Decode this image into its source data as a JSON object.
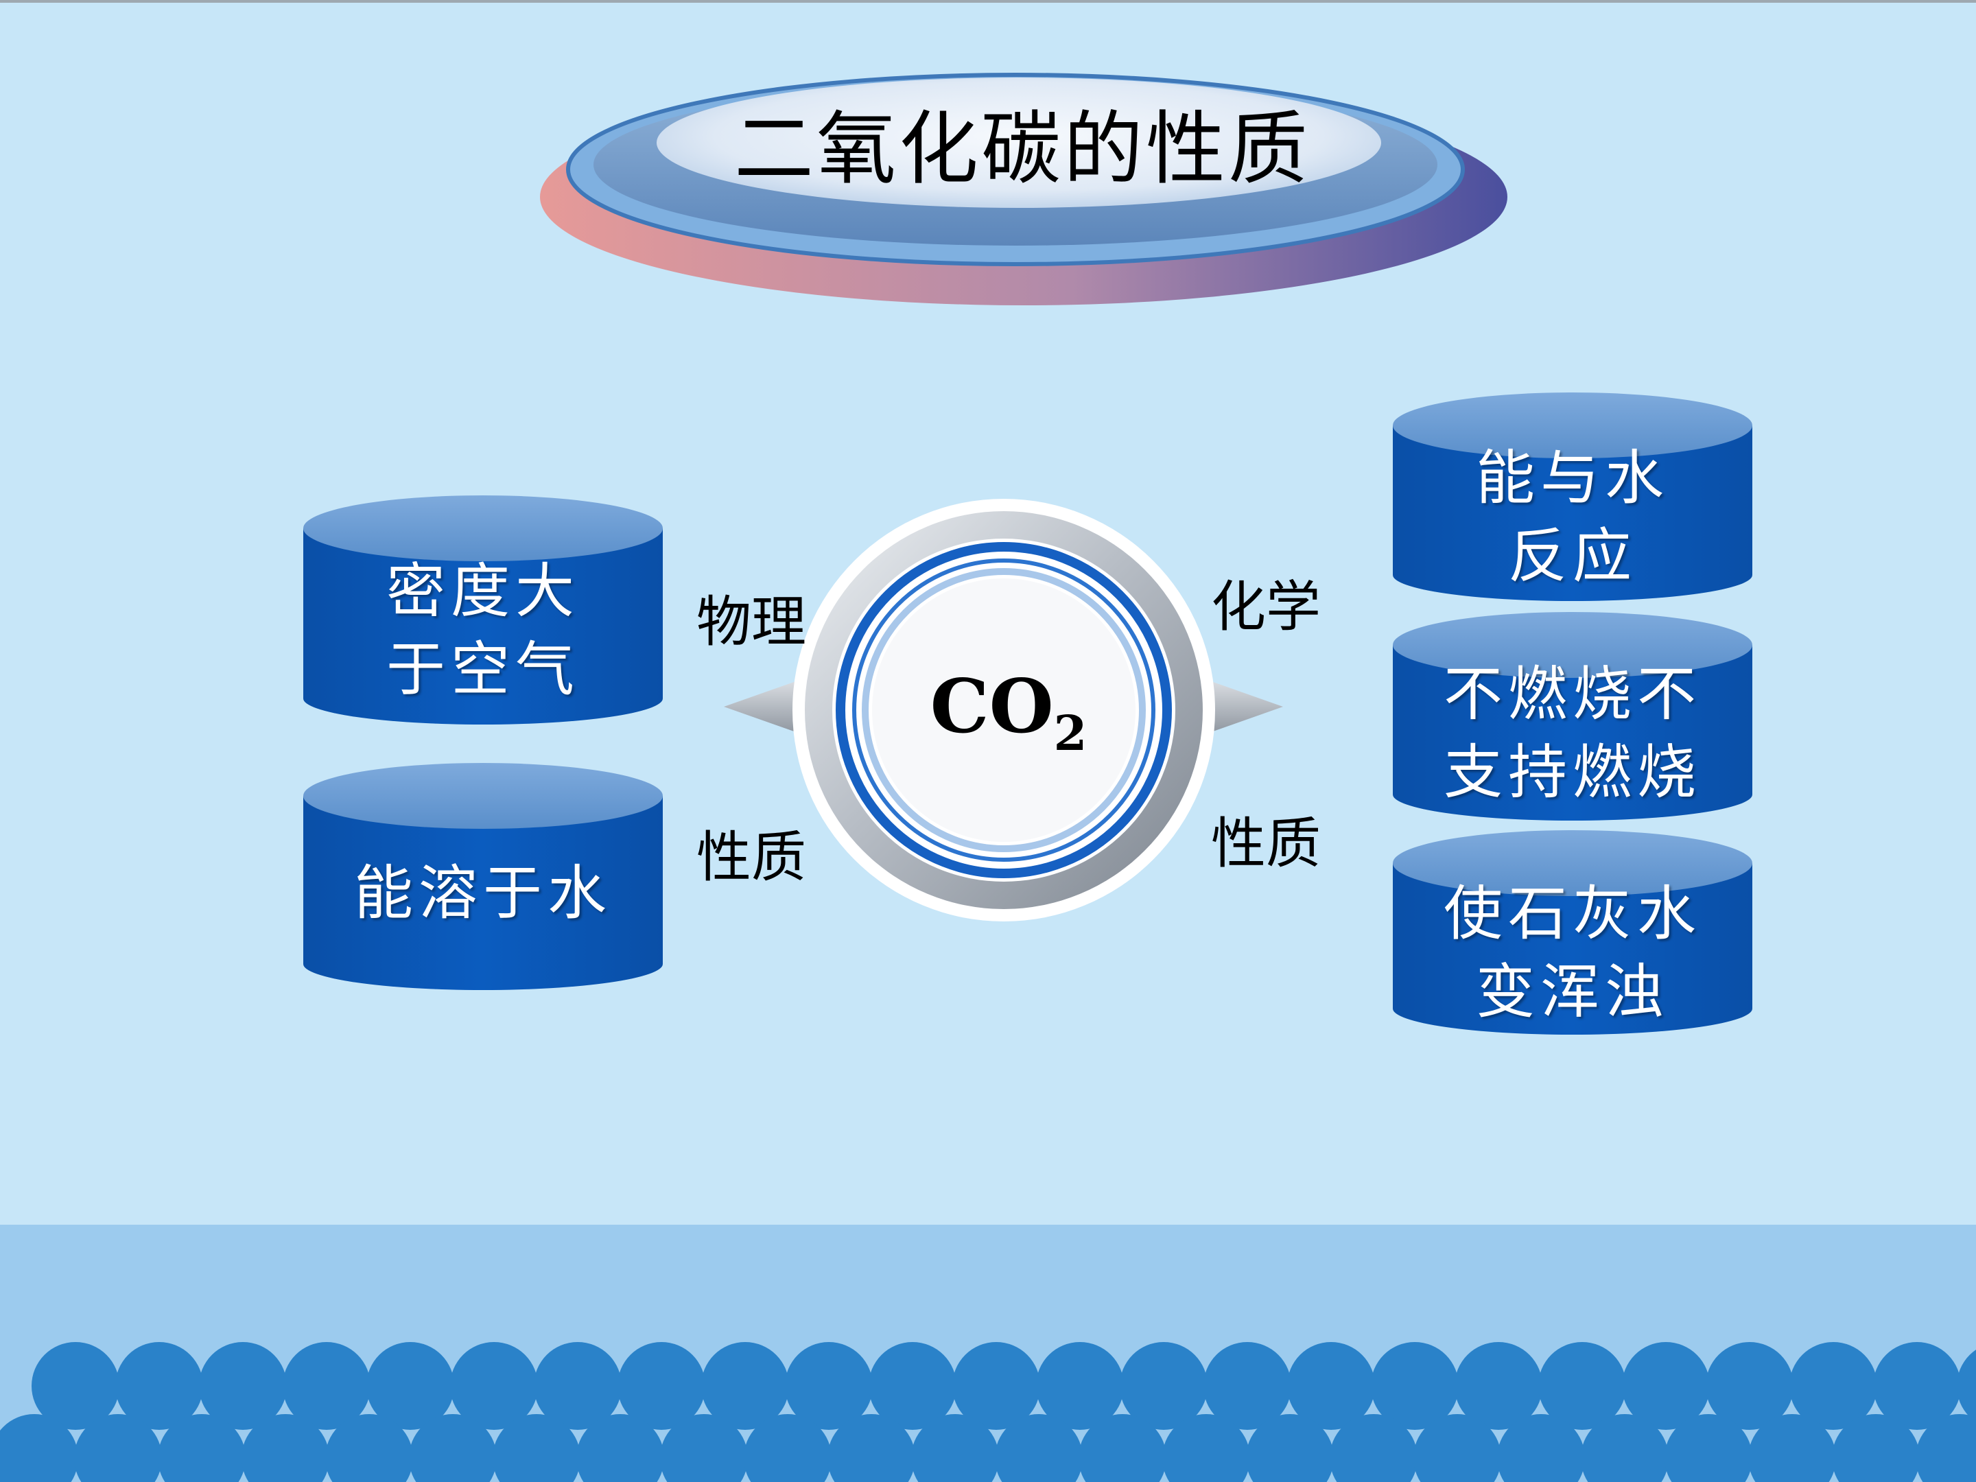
{
  "title": "二氧化碳的性质",
  "center": {
    "formula": "CO",
    "subscript": "2"
  },
  "physical_label": {
    "line1": "物理",
    "line2": "性质"
  },
  "chemical_label": {
    "line1": "化学",
    "line2": "性质"
  },
  "physical_properties": [
    {
      "line1": "密度大",
      "line2": "于空气"
    },
    {
      "line1": "能溶于水",
      "line2": ""
    }
  ],
  "chemical_properties": [
    {
      "line1": "能与水",
      "line2": "反应"
    },
    {
      "line1": "不燃烧不",
      "line2": "支持燃烧"
    },
    {
      "line1": "使石灰水",
      "line2": "变浑浊"
    }
  ],
  "colors": {
    "background": "#c7e6f8",
    "cylinder_body": "#0a56b5",
    "cylinder_top": "#6b9ed4",
    "band": "#9ccbee",
    "scallop": "#2a82c9"
  }
}
